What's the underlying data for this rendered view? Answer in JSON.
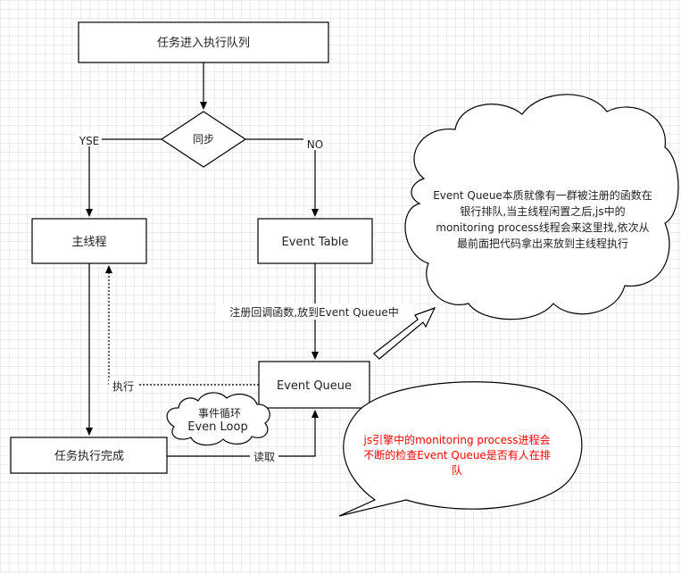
{
  "nodes": {
    "start": "任务进入执行队列",
    "decision": "同步",
    "main_thread": "主线程",
    "event_table": "Event Table",
    "event_queue": "Event Queue",
    "task_done": "任务执行完成"
  },
  "edge_labels": {
    "yes": "YSE",
    "no": "NO",
    "register": "注册回调函数,放到Event Queue中",
    "execute": "执行",
    "read": "读取"
  },
  "loop_cloud": {
    "line1": "事件循环",
    "line2": "Even Loop"
  },
  "callouts": {
    "queue_cloud": {
      "lines": [
        "Event Queue本质就像有一群被注册的函数在",
        "银行排队,当主线程闲置之后,js中的",
        "monitoring process线程会来这里找,依次从",
        "最前面把代码拿出来放到主线程执行"
      ]
    },
    "monitor_bubble": {
      "lines": [
        "js引擎中的monitoring process进程会",
        "不断的检查Event Queue是否有人在排",
        "队"
      ],
      "color": "#ff0000"
    }
  },
  "colors": {
    "stroke": "#000000",
    "text": "#222222",
    "accent_text": "#ff0000"
  }
}
